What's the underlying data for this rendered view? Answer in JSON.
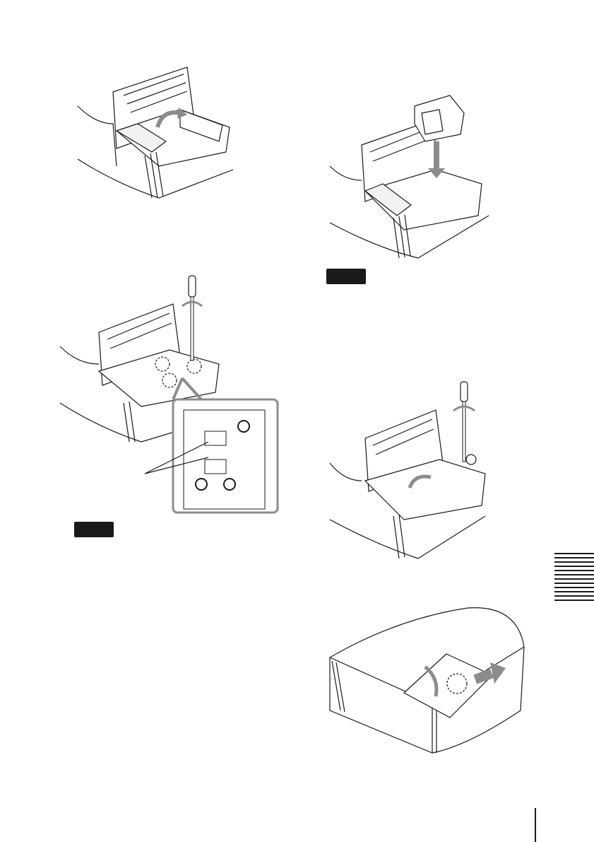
{
  "page": {
    "background": "#ffffff",
    "ink": "#1a1a1a",
    "accent_gray": "#8c8c8c"
  },
  "figures": [
    {
      "id": "open-lamp-cover",
      "icon": "rotate-arrow-icon"
    },
    {
      "id": "insert-lamp",
      "icon": "down-arrow-icon"
    },
    {
      "id": "loosen-screws",
      "icon": "screwdriver-icon"
    },
    {
      "id": "tighten-screws",
      "icon": "screwdriver-icon"
    },
    {
      "id": "close-cover",
      "icon": "slide-arrow-icon"
    }
  ],
  "notes": [
    {
      "id": "note-1",
      "icon": "note-label-icon"
    },
    {
      "id": "note-2",
      "icon": "note-label-icon"
    }
  ],
  "side_tab": {
    "icon": "section-index-tab"
  }
}
